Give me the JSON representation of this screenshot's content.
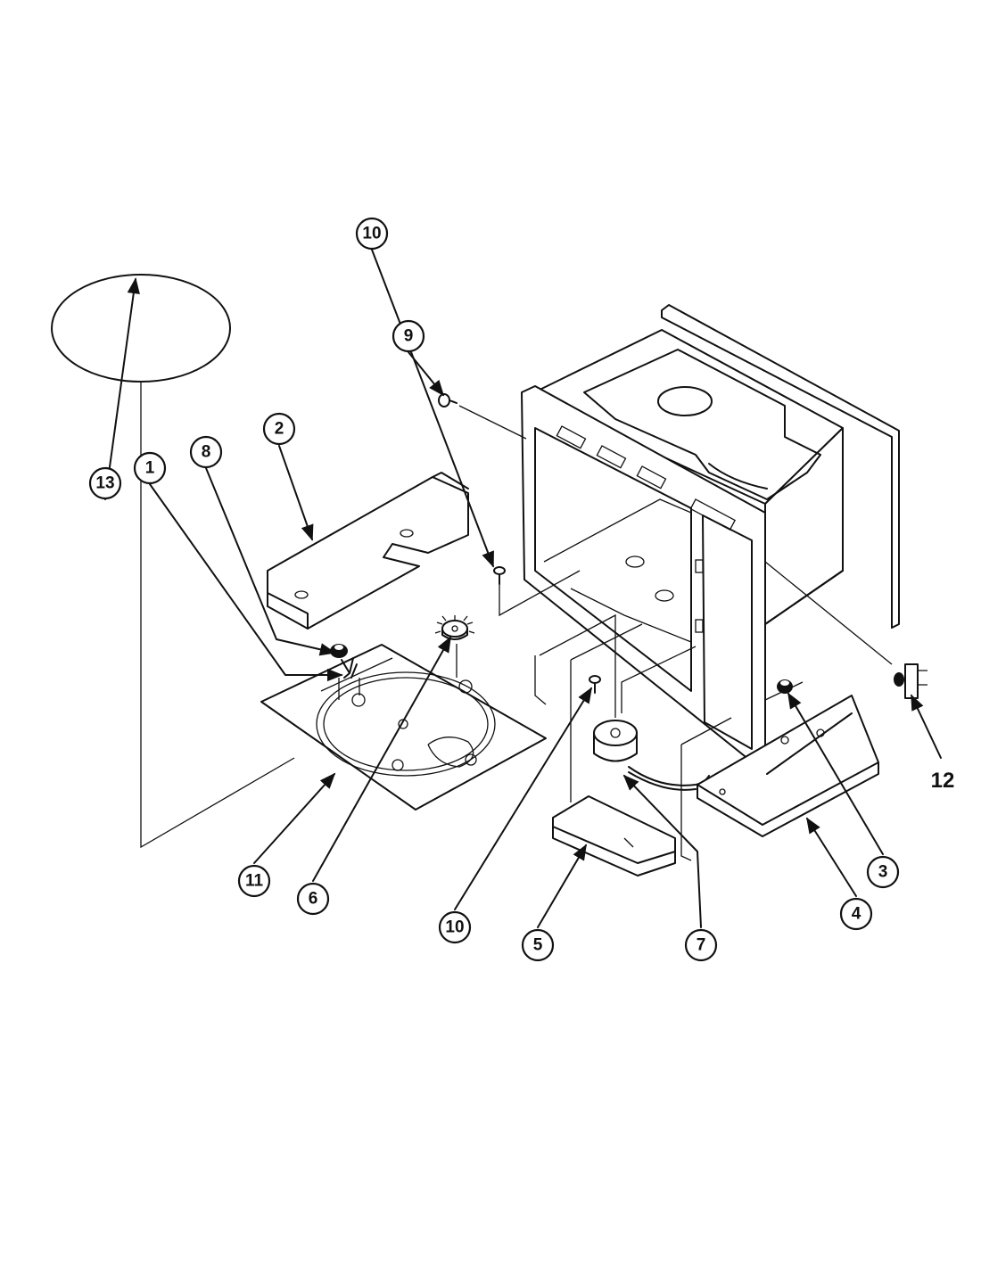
{
  "callouts": {
    "c1": "1",
    "c2": "2",
    "c3": "3",
    "c4": "4",
    "c5": "5",
    "c6": "6",
    "c7": "7",
    "c8": "8",
    "c9": "9",
    "c10a": "10",
    "c10b": "10",
    "c11": "11",
    "c12": "12",
    "c13": "13"
  }
}
